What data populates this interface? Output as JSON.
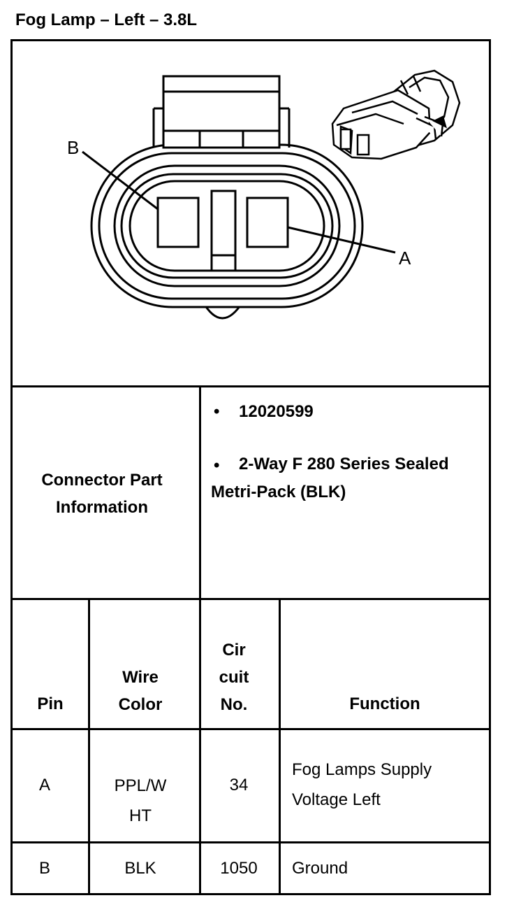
{
  "title": "Fog Lamp – Left – 3.8L",
  "diagram": {
    "label_b": "B",
    "label_a": "A"
  },
  "connector_info": {
    "label": "Connector Part Information",
    "bullet": "•",
    "part_number": "12020599",
    "description": "2-Way F 280 Series Sealed Metri-Pack (BLK)"
  },
  "table": {
    "headers": {
      "pin": "Pin",
      "wire_color": "Wire Color",
      "circuit": "Cir cuit No.",
      "function": "Function"
    },
    "rows": [
      {
        "pin": "A",
        "wire_color": "PPL/W HT",
        "circuit": "34",
        "function": "Fog Lamps Supply Voltage Left"
      },
      {
        "pin": "B",
        "wire_color": "BLK",
        "circuit": "1050",
        "function": "Ground"
      }
    ]
  }
}
